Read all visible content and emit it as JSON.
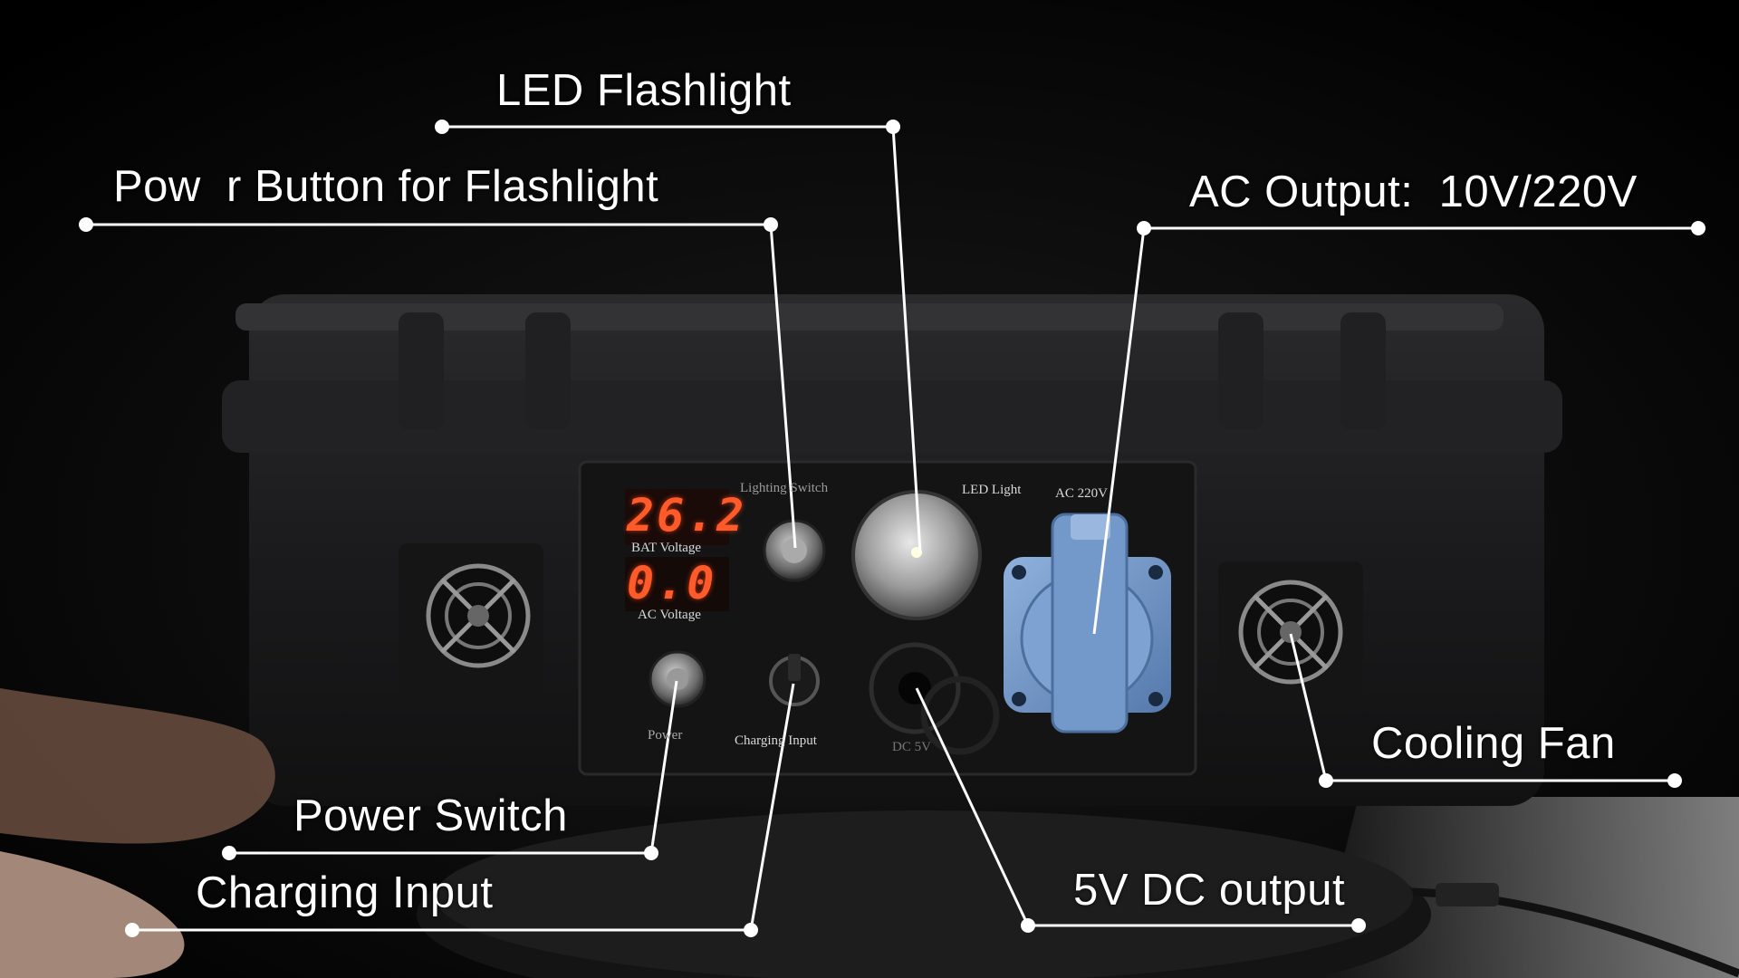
{
  "callouts": {
    "led_flashlight": "LED Flashlight",
    "power_button_flashlight": "Pow  r Button for Flashlight",
    "ac_output": "AC Output:  10V/220V",
    "cooling_fan": "Cooling Fan",
    "power_switch": "Power Switch",
    "charging_input": "Charging Input",
    "dc_output": "5V DC output"
  },
  "panel": {
    "bat_reading": "26.2",
    "bat_label": "BAT Voltage",
    "ac_reading": "0.0",
    "ac_label": "AC Voltage",
    "lighting_switch": "Lighting Switch",
    "led_light": "LED Light",
    "ac_220v": "AC 220V",
    "power": "Power",
    "charging_input": "Charging Input",
    "dc_5v": "DC 5V"
  },
  "colors": {
    "background": "#050505",
    "case": "#1c1c1e",
    "socket_blue": "#6f95c8",
    "display_red": "#ff5a2a",
    "callout_line": "#ffffff"
  }
}
